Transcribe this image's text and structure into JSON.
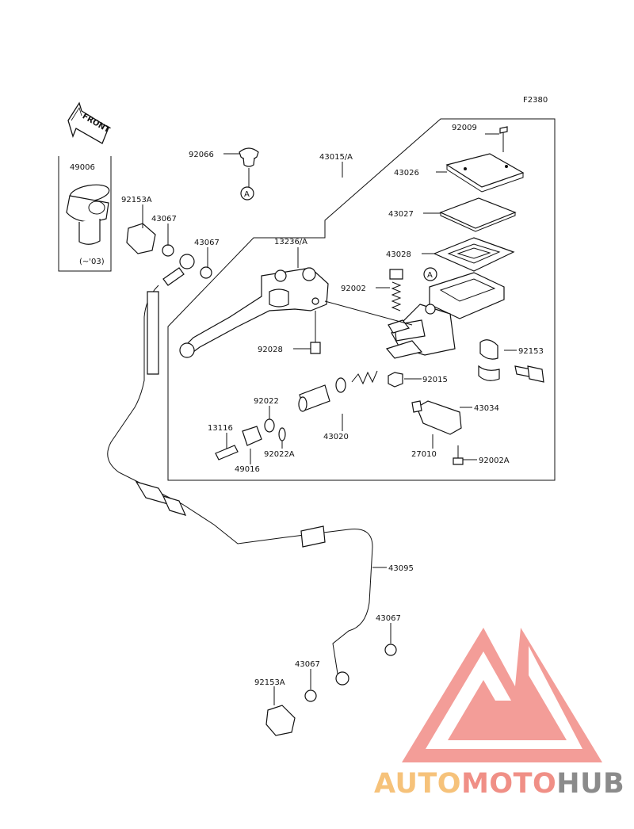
{
  "figure_code": "F2380",
  "front_label": "FRONT",
  "note_label": "(~'03)",
  "ref_mark": "A",
  "parts": [
    {
      "id": "p92009",
      "label": "92009"
    },
    {
      "id": "p92066",
      "label": "92066"
    },
    {
      "id": "p43015A",
      "label": "43015/A"
    },
    {
      "id": "p49006",
      "label": "49006"
    },
    {
      "id": "p43026",
      "label": "43026"
    },
    {
      "id": "p92153A_top",
      "label": "92153A"
    },
    {
      "id": "p43067_a",
      "label": "43067"
    },
    {
      "id": "p43067_b",
      "label": "43067"
    },
    {
      "id": "p43027",
      "label": "43027"
    },
    {
      "id": "p13236A",
      "label": "13236/A"
    },
    {
      "id": "p43028",
      "label": "43028"
    },
    {
      "id": "p92002",
      "label": "92002"
    },
    {
      "id": "p92028",
      "label": "92028"
    },
    {
      "id": "p92153",
      "label": "92153"
    },
    {
      "id": "p92015",
      "label": "92015"
    },
    {
      "id": "p92022",
      "label": "92022"
    },
    {
      "id": "p13116",
      "label": "13116"
    },
    {
      "id": "p43034",
      "label": "43034"
    },
    {
      "id": "p43020",
      "label": "43020"
    },
    {
      "id": "p92022A",
      "label": "92022A"
    },
    {
      "id": "p27010",
      "label": "27010"
    },
    {
      "id": "p49016",
      "label": "49016"
    },
    {
      "id": "p92002A",
      "label": "92002A"
    },
    {
      "id": "p43095",
      "label": "43095"
    },
    {
      "id": "p43067_c",
      "label": "43067"
    },
    {
      "id": "p43067_d",
      "label": "43067"
    },
    {
      "id": "p92153A_bot",
      "label": "92153A"
    }
  ],
  "watermark": {
    "part1": "AUTO",
    "part2": "MOTO",
    "part3": "HUB",
    "colors": {
      "part1": "#f6c27a",
      "part2": "#f08f86",
      "part3": "#8b8b8b",
      "triangle": "#ef7d76"
    }
  }
}
